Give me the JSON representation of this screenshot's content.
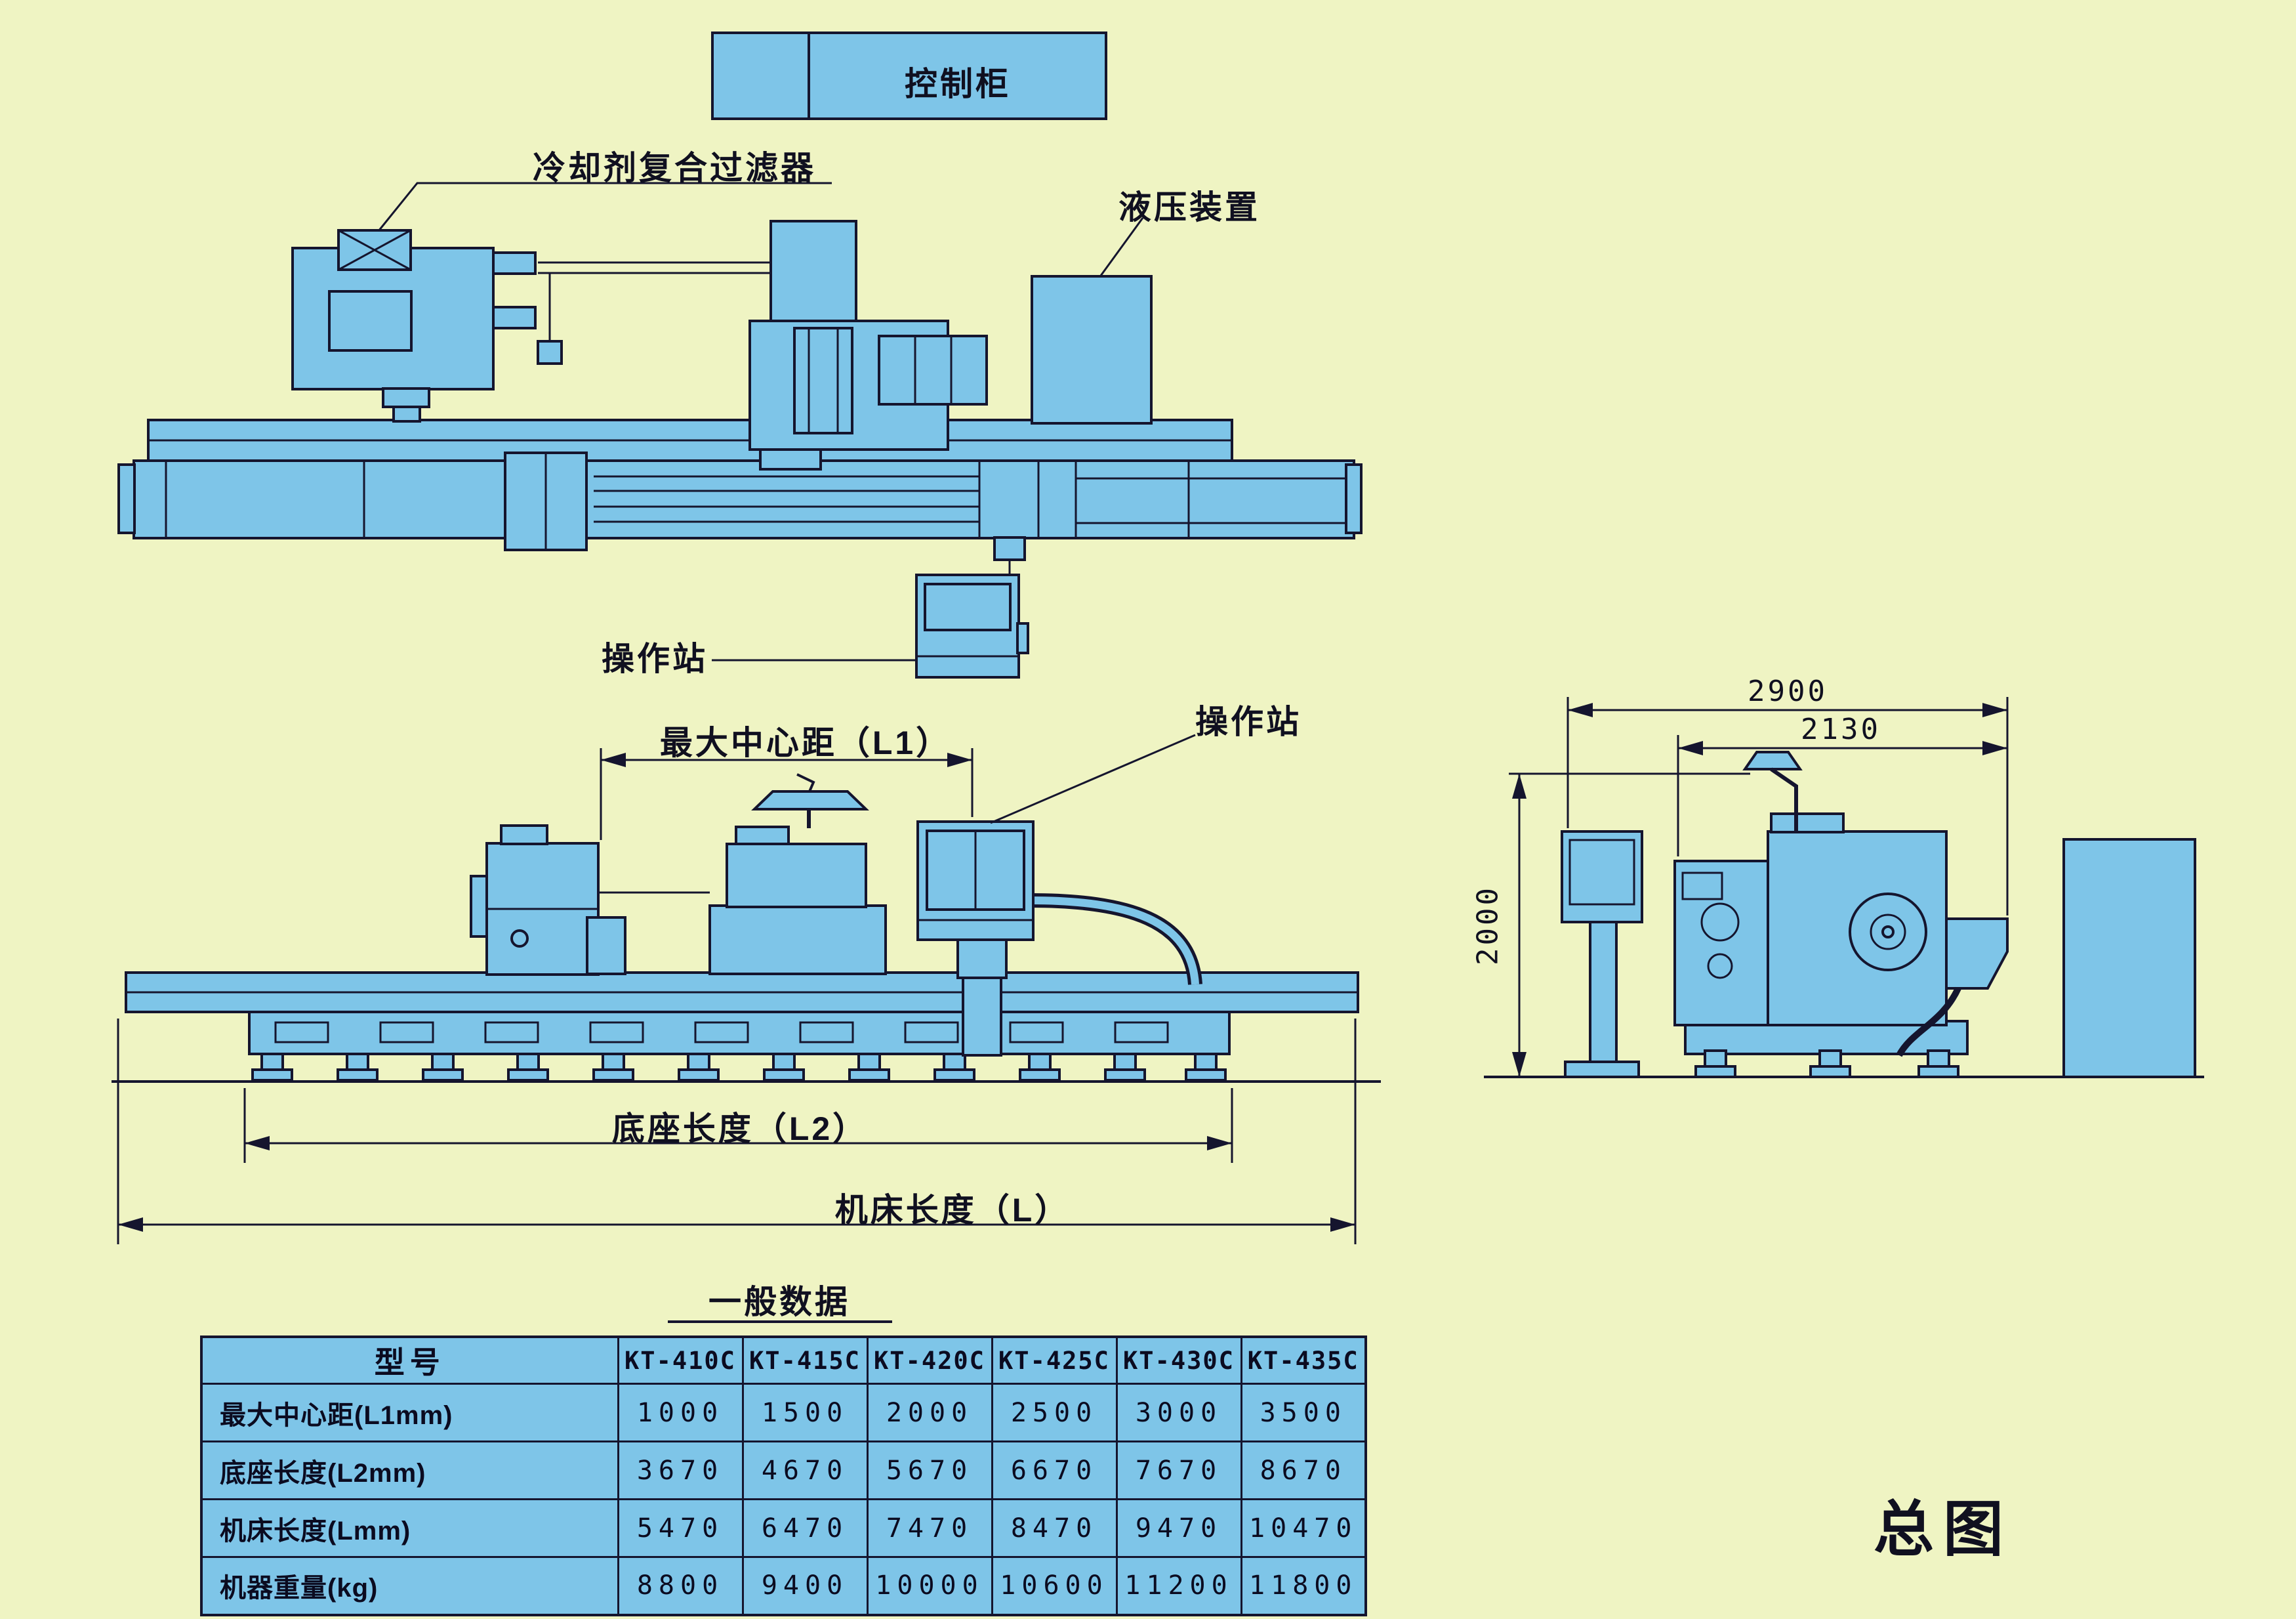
{
  "colors": {
    "background": "#eff4c3",
    "machine_fill": "#7ec5e8",
    "line": "#15152e",
    "text": "#101020"
  },
  "labels": {
    "control_cabinet": "控制柜",
    "coolant_filter": "冷却剂复合过滤器",
    "hydraulic_unit": "液压装置",
    "operator_station_top": "操作站",
    "operator_station_front": "操作站",
    "max_center_distance": "最大中心距（L1）",
    "base_length": "底座长度（L2）",
    "machine_length": "机床长度（L）",
    "general_data_title": "一般数据",
    "drawing_title": "总图"
  },
  "dimensions": {
    "overall_width": "2900",
    "body_width": "2130",
    "height": "2000"
  },
  "table": {
    "model_header": "型号",
    "models": [
      "KT-410C",
      "KT-415C",
      "KT-420C",
      "KT-425C",
      "KT-430C",
      "KT-435C"
    ],
    "rows": [
      {
        "label": "最大中心距(L1mm)",
        "values": [
          "1000",
          "1500",
          "2000",
          "2500",
          "3000",
          "3500"
        ]
      },
      {
        "label": "底座长度(L2mm)",
        "values": [
          "3670",
          "4670",
          "5670",
          "6670",
          "7670",
          "8670"
        ]
      },
      {
        "label": "机床长度(Lmm)",
        "values": [
          "5470",
          "6470",
          "7470",
          "8470",
          "9470",
          "10470"
        ]
      },
      {
        "label": "机器重量(kg)",
        "values": [
          "8800",
          "9400",
          "10000",
          "10600",
          "11200",
          "11800"
        ]
      }
    ]
  }
}
